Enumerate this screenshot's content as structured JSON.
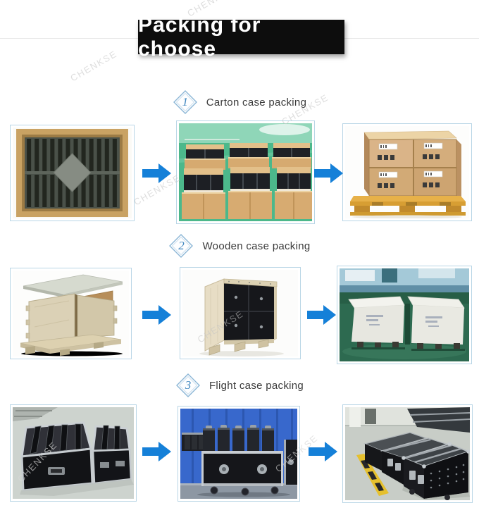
{
  "page": {
    "title": "Packing for choose"
  },
  "watermark": {
    "text": "CHENKSE"
  },
  "colors": {
    "arrow": "#1580d8",
    "banner_bg": "#0d0d0d",
    "image_border": "#b9d6e6",
    "step_number": "#4288c0",
    "step_diamond_stroke": "#8cb6d6"
  },
  "sections": [
    {
      "step": "1",
      "label": "Carton case packing",
      "images": [
        {
          "name": "carton-with-foam-packed-modules"
        },
        {
          "name": "open-carton-boxes-on-factory-floor"
        },
        {
          "name": "carton-boxes-stacked-on-pallet"
        }
      ]
    },
    {
      "step": "2",
      "label": "Wooden case packing",
      "images": [
        {
          "name": "wooden-crate-disassembled"
        },
        {
          "name": "wooden-crate-with-led-panels"
        },
        {
          "name": "wooden-crates-on-factory-floor"
        }
      ]
    },
    {
      "step": "3",
      "label": "Flight case packing",
      "images": [
        {
          "name": "open-flight-cases-with-dividers"
        },
        {
          "name": "flight-case-loaded-with-panels"
        },
        {
          "name": "closed-flight-cases-row"
        }
      ]
    }
  ]
}
